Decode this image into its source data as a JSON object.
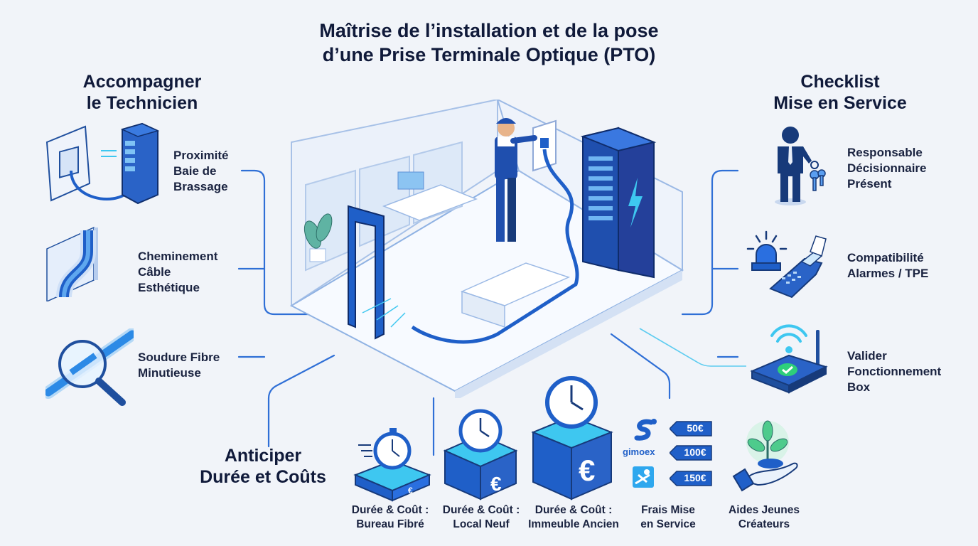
{
  "title": {
    "line1": "Maîtrise de l’installation et de la pose",
    "line2": "d’une Prise Terminale Optique (PTO)"
  },
  "colors": {
    "background": "#f1f4f9",
    "heading": "#101a3a",
    "primary_blue": "#1f5fc8",
    "accent_cyan": "#3ec7f0",
    "navy": "#173a7a",
    "success_green": "#2ecf7a"
  },
  "left_section": {
    "heading_line1": "Accompagner",
    "heading_line2": "le Technicien",
    "items": [
      {
        "icon": "patch-panel-icon",
        "lines": [
          "Proximité",
          "Baie de",
          "Brassage"
        ]
      },
      {
        "icon": "cable-trunking-icon",
        "lines": [
          "Cheminement",
          "Câble",
          "Esthétique"
        ]
      },
      {
        "icon": "magnifier-fiber-icon",
        "lines": [
          "Soudure Fibre",
          "Minutieuse"
        ]
      }
    ]
  },
  "right_section": {
    "heading_line1": "Checklist",
    "heading_line2": "Mise en Service",
    "items": [
      {
        "icon": "person-keys-icon",
        "lines": [
          "Responsable",
          "Décisionnaire",
          "Présent"
        ]
      },
      {
        "icon": "alarm-payment-terminal-icon",
        "lines": [
          "Compatibilité",
          "Alarmes / TPE"
        ]
      },
      {
        "icon": "router-check-icon",
        "lines": [
          "Valider",
          "Fonctionnement",
          "Box"
        ]
      }
    ]
  },
  "bottom_section": {
    "heading_line1": "Anticiper",
    "heading_line2": "Durée et Coûts",
    "items": [
      {
        "icon": "stopwatch-small-block-icon",
        "line1": "Durée & Coût :",
        "line2": "Bureau Fibré"
      },
      {
        "icon": "clock-medium-block-icon",
        "line1": "Durée & Coût :",
        "line2": "Local Neuf"
      },
      {
        "icon": "clock-large-block-icon",
        "line1": "Durée & Coût :",
        "line2": "Immeuble Ancien"
      },
      {
        "icon": "provider-price-tags-icon",
        "line1": "Frais Mise",
        "line2": "en Service"
      },
      {
        "icon": "hand-plant-icon",
        "line1": "Aides Jeunes",
        "line2": "Créateurs"
      }
    ],
    "price_tags": [
      {
        "provider_logo": "provider-s-logo",
        "price": "50€"
      },
      {
        "provider_logo": "provider-gimoex-logo",
        "provider_text": "gimoex",
        "price": "100€"
      },
      {
        "provider_logo": "provider-runner-logo",
        "price": "150€"
      }
    ]
  },
  "center_illustration": {
    "description": "isometric office room with technician installing fiber optic outlet next to server racks",
    "elements": [
      "technician",
      "fiber-outlet",
      "server-racks",
      "desk",
      "chairs",
      "plants",
      "door-frame",
      "fiber-cable"
    ]
  }
}
